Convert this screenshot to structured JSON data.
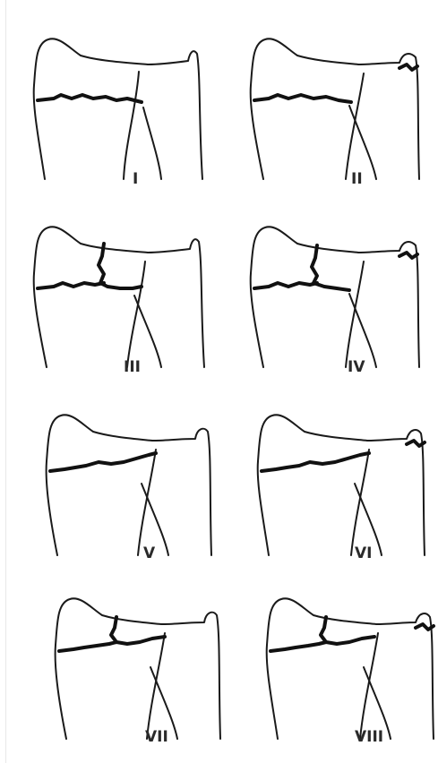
{
  "panels": [
    {
      "label": "I"
    },
    {
      "label": "II"
    },
    {
      "label": "III"
    },
    {
      "label": "IV"
    },
    {
      "label": "V"
    },
    {
      "label": "VI"
    },
    {
      "label": "VII"
    },
    {
      "label": "VIII"
    }
  ]
}
